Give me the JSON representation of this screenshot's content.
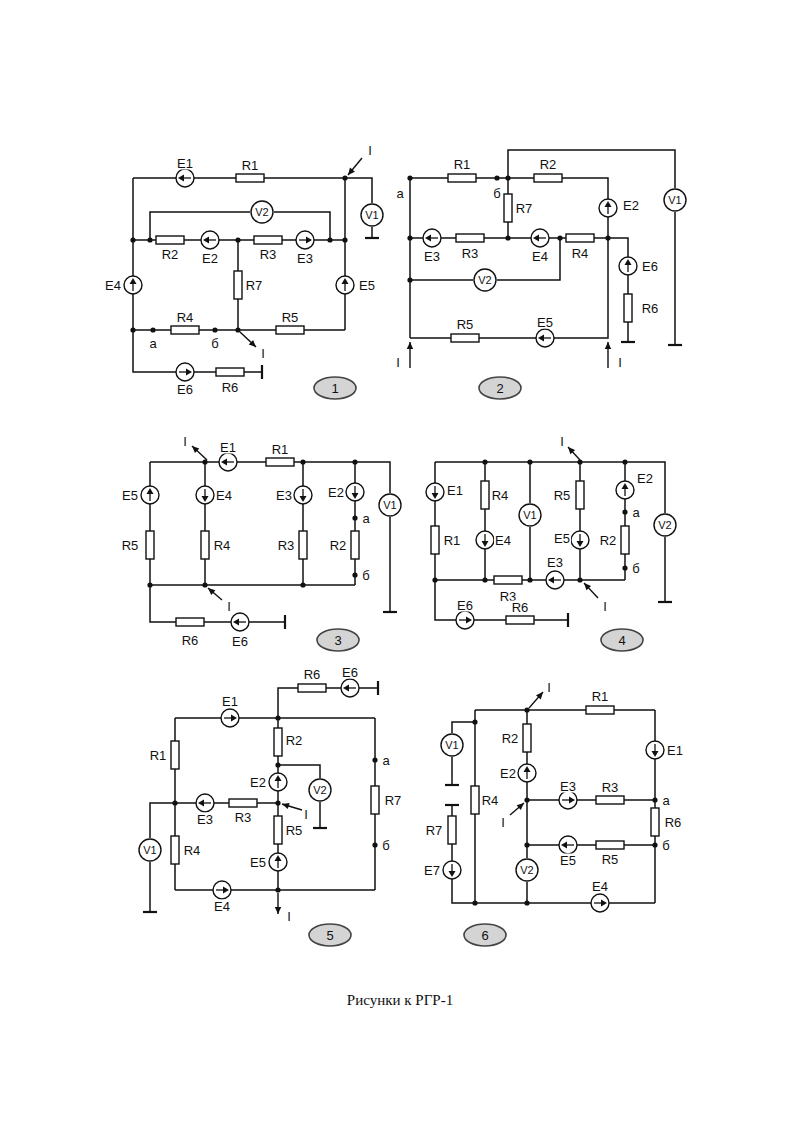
{
  "diagram": {
    "caption": "Рисунки к РГР-1",
    "nodes": [
      {
        "text": [
          "V1"
        ]
      },
      {
        "text": [
          "V2"
        ]
      },
      {
        "text": [
          "1"
        ]
      },
      {
        "text": [
          "V1"
        ]
      },
      {
        "text": [
          "V2"
        ]
      },
      {
        "text": [
          "2"
        ]
      },
      {
        "text": [
          "V1"
        ]
      },
      {
        "text": [
          "3"
        ]
      },
      {
        "text": [
          "V1"
        ]
      },
      {
        "text": [
          "V2"
        ]
      },
      {
        "text": [
          "4"
        ]
      },
      {
        "text": [
          "V1"
        ]
      },
      {
        "text": [
          "V2"
        ]
      },
      {
        "text": [
          "5"
        ]
      },
      {
        "text": [
          "V1"
        ]
      },
      {
        "text": [
          "V2"
        ]
      },
      {
        "text": [
          "6"
        ]
      }
    ],
    "labels": [
      "E1",
      "R1",
      "I",
      "R2",
      "E2",
      "R3",
      "E3",
      "R7",
      "E4",
      "E5",
      "a",
      "R4",
      "б",
      "I",
      "R5",
      "E6",
      "R6",
      "R1",
      "R2",
      "a",
      "б",
      "E2",
      "R7",
      "E3",
      "R3",
      "E4",
      "R4",
      "E6",
      "R6",
      "R5",
      "E5",
      "I",
      "I",
      "I",
      "E1",
      "R1",
      "E5",
      "R5",
      "E4",
      "R4",
      "E3",
      "R3",
      "E2",
      "a",
      "R2",
      "б",
      "I",
      "R6",
      "E6",
      "E1",
      "R1",
      "R4",
      "E4",
      "I",
      "R5",
      "E5",
      "E2",
      "a",
      "R2",
      "б",
      "R3",
      "E3",
      "I",
      "E6",
      "R6",
      "R6",
      "E6",
      "E1",
      "R1",
      "R2",
      "E2",
      "E3",
      "R3",
      "I",
      "R5",
      "a",
      "R7",
      "б",
      "R4",
      "E5",
      "E4",
      "I",
      "R1",
      "I",
      "E1",
      "R2",
      "E2",
      "E3",
      "R3",
      "a",
      "R4",
      "I",
      "R6",
      "E5",
      "R5",
      "б",
      "R7",
      "E7",
      "E4"
    ]
  }
}
